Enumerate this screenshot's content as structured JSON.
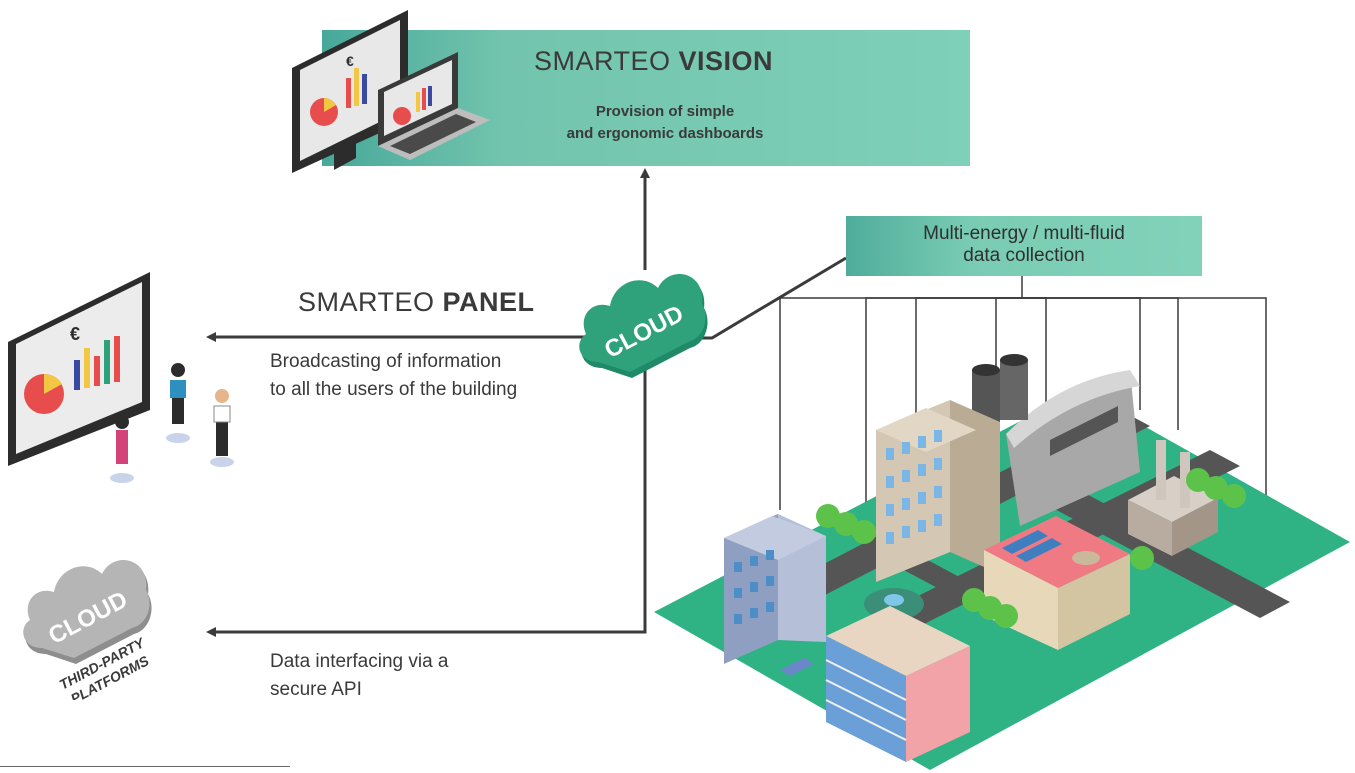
{
  "vision": {
    "title_prefix": "SMARTEO ",
    "title_bold": "VISION",
    "subtitle_lines": [
      "Provision of simple",
      "and ergonomic dashboards"
    ]
  },
  "panel": {
    "title_prefix": "SMARTEO ",
    "title_bold": "PANEL",
    "description_lines": [
      "Broadcasting of information",
      "to all the users of the building"
    ]
  },
  "data_collection": {
    "lines": [
      "Multi-energy / multi-fluid",
      "data collection"
    ]
  },
  "cloud_main": {
    "label": "CLOUD"
  },
  "cloud_third_party": {
    "label": "CLOUD",
    "caption_lines": [
      "THIRD-PARTY",
      "PLATFORMS"
    ]
  },
  "api": {
    "lines": [
      "Data interfacing via a",
      "secure API"
    ]
  },
  "dashboard_symbol": "€",
  "colors": {
    "accent_green": "#7fd0b8",
    "accent_green_dark": "#47a89a",
    "cloud_green": "#2fa27c",
    "cloud_grey": "#a9a9a9",
    "arrow": "#3b3b3b",
    "ground": "#2fb384"
  }
}
